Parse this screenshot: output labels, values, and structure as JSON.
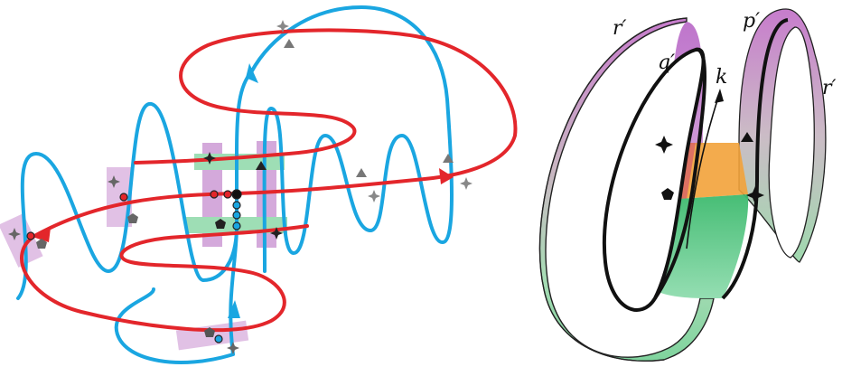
{
  "labels": {
    "r_prime_top": "r′",
    "r_prime_right": "r′",
    "q_prime": "q′",
    "p_prime": "p′",
    "k": "k"
  },
  "colors": {
    "red_curve": "#e3262b",
    "blue_curve": "#1aa6e1",
    "purple_fill": "#c27ac9",
    "green_fill": "#5cc98a",
    "orange_fill": "#f2a23a",
    "marker": "#222222",
    "gray_marker": "#777777"
  },
  "icons": [
    "star-marker-icon",
    "triangle-marker-icon",
    "pentagon-marker-icon",
    "arrow-icon"
  ]
}
